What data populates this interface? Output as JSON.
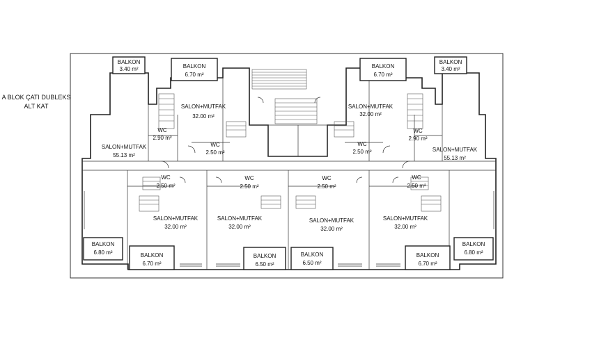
{
  "caption": {
    "line1": "A BLOK ÇATI DUBLEKS",
    "line2": "ALT KAT"
  },
  "balconies_top": [
    {
      "label": "BALKON",
      "area": "3.40 m²"
    },
    {
      "label": "BALKON",
      "area": "6.70 m²"
    },
    {
      "label": "BALKON",
      "area": "6.70 m²"
    },
    {
      "label": "BALKON",
      "area": "3.40 m²"
    }
  ],
  "balconies_bottom": [
    {
      "label": "BALKON",
      "area": "6.80 m²"
    },
    {
      "label": "BALKON",
      "area": "6.70 m²"
    },
    {
      "label": "BALKON",
      "area": "6.50 m²"
    },
    {
      "label": "BALKON",
      "area": "6.50 m²"
    },
    {
      "label": "BALKON",
      "area": "6.70 m²"
    },
    {
      "label": "BALKON",
      "area": "6.80 m²"
    }
  ],
  "salons": [
    {
      "label": "SALON+MUTFAK",
      "area": "32.00 m²"
    },
    {
      "label": "SALON+MUTFAK",
      "area": "32.00 m²"
    },
    {
      "label": "SALON+MUTFAK",
      "area": "55.13 m²"
    },
    {
      "label": "SALON+MUTFAK",
      "area": "55.13 m²"
    },
    {
      "label": "SALON+MUTFAK",
      "area": "32.00 m²"
    },
    {
      "label": "SALON+MUTFAK",
      "area": "32.00 m²"
    },
    {
      "label": "SALON+MUTFAK",
      "area": "32.00 m²"
    },
    {
      "label": "SALON+MUTFAK",
      "area": "32.00 m²"
    }
  ],
  "wcs": [
    {
      "label": "WC",
      "area": "2.90 m²"
    },
    {
      "label": "WC",
      "area": "2.50 m²"
    },
    {
      "label": "WC",
      "area": "2.50 m²"
    },
    {
      "label": "WC",
      "area": "2.90 m²"
    },
    {
      "label": "WC",
      "area": "2.50 m²"
    },
    {
      "label": "WC",
      "area": "2.50 m²"
    },
    {
      "label": "WC",
      "area": "2.50 m²"
    },
    {
      "label": "WC",
      "area": "2.50 m²"
    }
  ]
}
